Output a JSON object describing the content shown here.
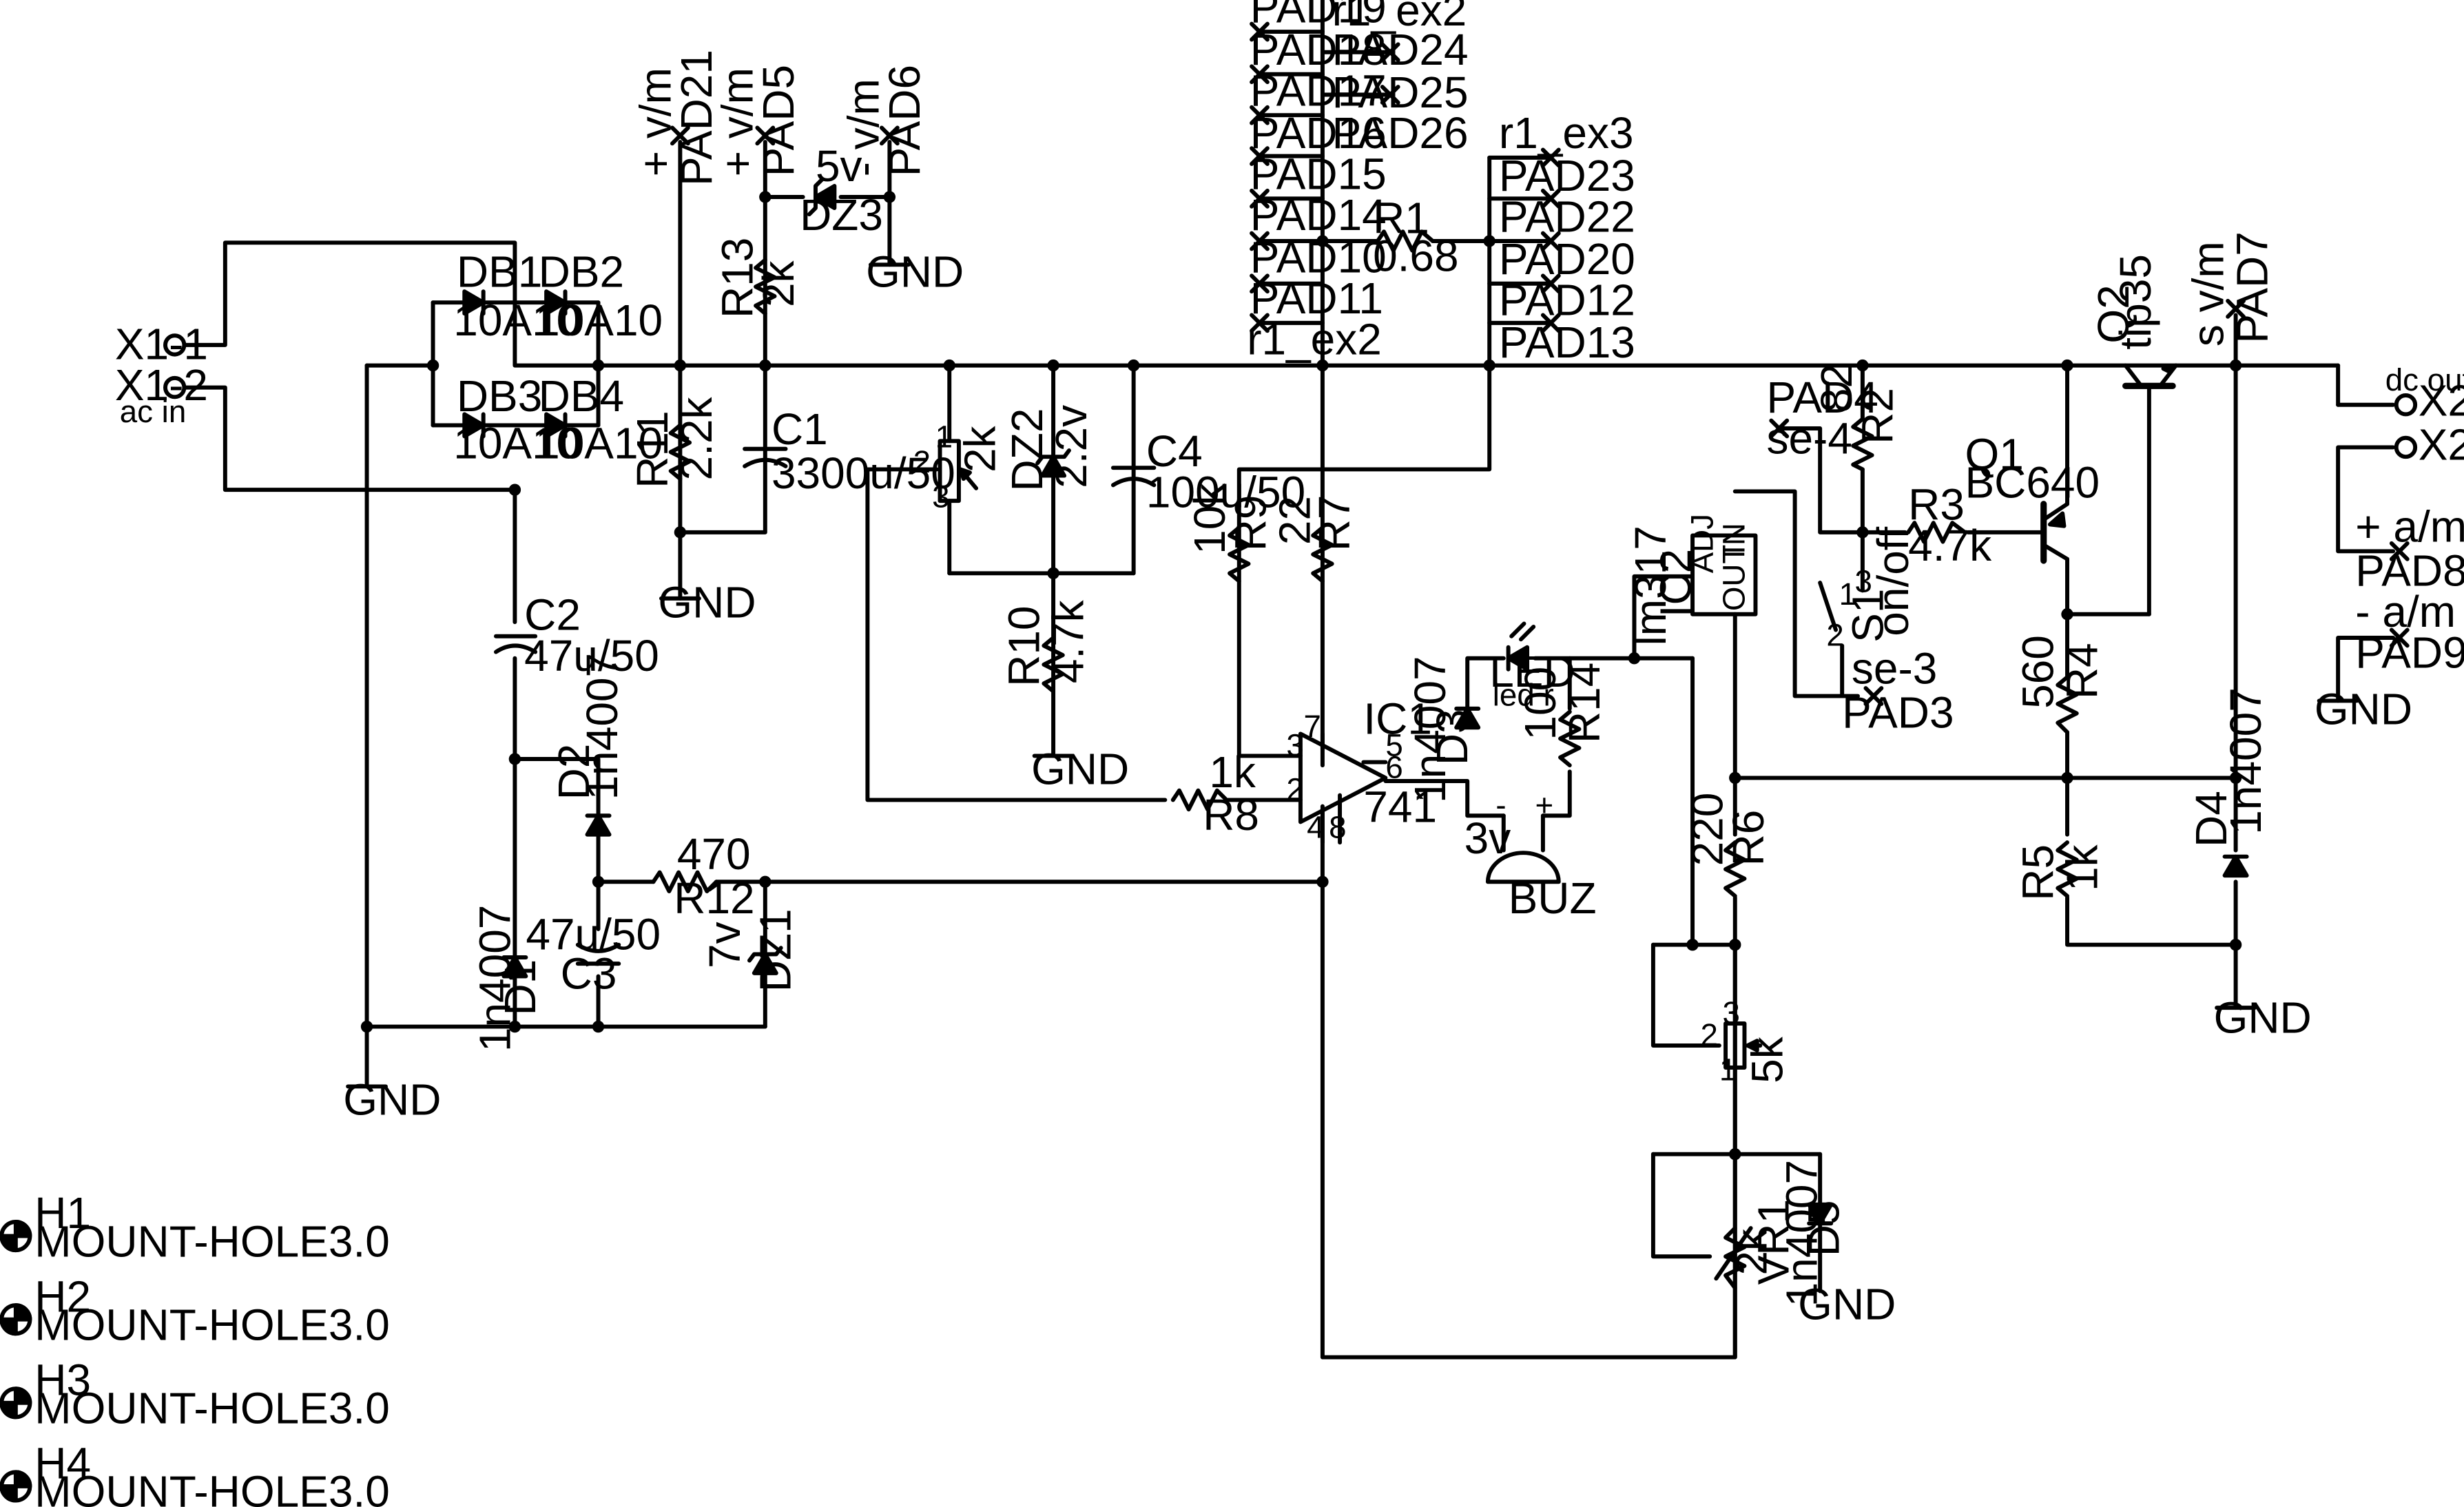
{
  "labels": {
    "x1_1": "X1-1",
    "x1_2": "X1-2",
    "ac_in": "ac in",
    "db1": "DB1",
    "db1_v": "10A10",
    "db2": "DB2",
    "db2_v": "10A10",
    "db3": "DB3",
    "db3_v": "10A10",
    "db4": "DB4",
    "db4_v": "10A10",
    "vm_plus": "+ v/m",
    "vm_plus2": "+ v/m",
    "vm_minus": "- v/m",
    "pad21": "PAD21",
    "pad5": "PAD5",
    "pad6": "PAD6",
    "dz3": "DZ3",
    "dz3_v": "5v",
    "gnd1": "GND",
    "r13": "R13",
    "r13_v": "2k",
    "r11": "R11",
    "r11_v": "2.2k",
    "c1": "C1",
    "c1_v": "3300u/50",
    "gnd2": "GND",
    "c2": "C2",
    "c2_v": "47u/50",
    "d2": "D2",
    "d2_v": "1n4007",
    "d1": "D1",
    "d1_v": "1n4007",
    "c3": "C3",
    "c3_v": "47u/50",
    "r12": "R12",
    "r12_v": "470",
    "dz1": "DZ1",
    "dz1_v": "7v",
    "gnd3": "GND",
    "pot_v": "2k",
    "pot_1": "1",
    "pot_2": "2",
    "pot_3": "3",
    "dz2": "DZ2",
    "dz2_v": "2.2v",
    "c4": "C4",
    "c4_v": "100u/50",
    "r10": "R10",
    "r10_v": "4.7k",
    "gnd4": "GND",
    "r9": "R9",
    "r9_v": "10k",
    "r7": "R7",
    "r7_v": "22",
    "r8": "R8",
    "r8_v": "1k",
    "ic1": "IC1",
    "ic1_v": "741",
    "p7": "7",
    "p5": "5",
    "p6": "6",
    "p3": "3",
    "p2": "2",
    "p4": "4",
    "p8": "8",
    "pad19": "PAD19",
    "r1_ex2_top": "r1_ex2",
    "pad18": "PAD18",
    "pad24": "PAD24",
    "pad17": "PAD17",
    "pad25": "PAD25",
    "pad16": "PAD16",
    "pad26": "PAD26",
    "pad15": "PAD15",
    "pad14": "PAD14",
    "pad10": "PAD10",
    "pad11": "PAD11",
    "r1_ex2_bot": "r1_ex2",
    "r1_ex3": "r1_ex3",
    "pad23": "PAD23",
    "pad22": "PAD22",
    "pad20": "PAD20",
    "pad12": "PAD12",
    "pad13": "PAD13",
    "r1": "R1",
    "r1_v": "0.68",
    "led": "LED",
    "led_v": "led r",
    "d3": "D3",
    "d3_v": "1n4007",
    "r14": "R14",
    "r14_v": "100",
    "buz": "BUZ",
    "buz_v": "3v",
    "buz_minus": "-",
    "buz_plus": "+",
    "ic2": "IC2",
    "ic2_v": "lm317",
    "adj": "ADJ",
    "out": "OUT",
    "in": "IN",
    "pad4": "PAD4",
    "se4": "se-4",
    "r2": "R2",
    "r2_v": "82",
    "s1": "S1",
    "s1_v": "on/off",
    "s1_1": "1",
    "s1_2": "2",
    "s1_3": "3",
    "pad3": "PAD3",
    "se3": "se-3",
    "r3": "R3",
    "r3_v": "4.7k",
    "q1": "Q1",
    "q1_v": "BC640",
    "q2": "Q2",
    "q2_v": "tip35",
    "svm": "s v/m",
    "pad7": "PAD7",
    "dc_out": "dc out",
    "x2_2": "X2-2",
    "x2_1": "X2-1",
    "am_plus": "+ a/m",
    "pad8": "PAD8",
    "am_minus": "- a/m",
    "pad9": "PAD9",
    "gnd5": "GND",
    "r4": "R4",
    "r4_v": "560",
    "r5": "R5",
    "r5_v": "1k",
    "d4": "D4",
    "d4_v": "1n4007",
    "gnd6": "GND",
    "r6": "R6",
    "r6_v": "220",
    "pot2_v": "5k",
    "pot2_1": "1",
    "pot2_2": "2",
    "pot2_3": "3",
    "vr1": "VR1",
    "vr1_v": "2k",
    "d5": "D5",
    "d5_v": "1n4007",
    "gnd7": "GND",
    "h1": "H1",
    "h2": "H2",
    "h3": "H3",
    "h4": "H4",
    "mh": "MOUNT-HOLE3.0",
    "mh2": "MOUNT-HOLE3.0",
    "mh3": "MOUNT-HOLE3.0",
    "mh4": "MOUNT-HOLE3.0"
  }
}
